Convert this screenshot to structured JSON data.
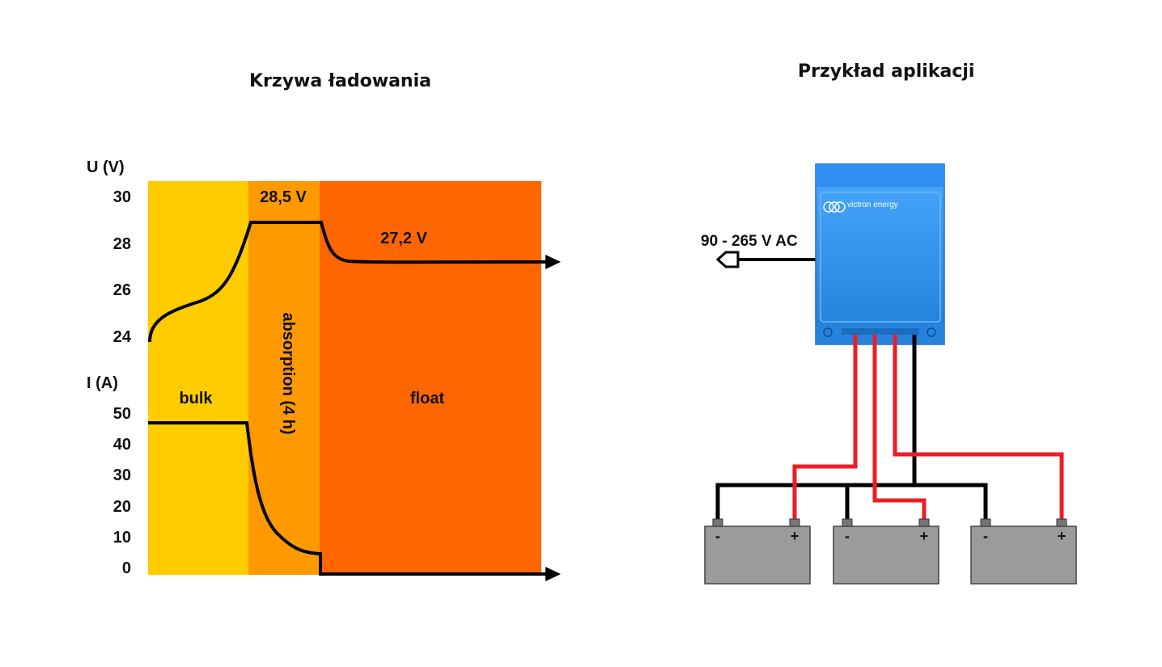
{
  "left_panel": {
    "title": "Krzywa ładowania",
    "voltage_axis": {
      "label": "U (V)",
      "ticks": [
        "30",
        "28",
        "26",
        "24"
      ]
    },
    "current_axis": {
      "label": "I (A)",
      "ticks": [
        "50",
        "40",
        "30",
        "20",
        "10",
        "0"
      ]
    },
    "stages": [
      {
        "label": "bulk",
        "color": "#FFCC00"
      },
      {
        "label": "absorption (4 h)",
        "color": "#FF9900"
      },
      {
        "label": "float",
        "color": "#FF6600"
      }
    ],
    "annotations": {
      "absorption_voltage": "28,5 V",
      "float_voltage": "27,2 V"
    }
  },
  "right_panel": {
    "title": "Przykład aplikacji",
    "input_label": "90 - 265 V AC",
    "device_brand": "victron energy",
    "device_color": "#2A8FE8",
    "wire_colors": {
      "positive": "#EE1C25",
      "negative": "#000000"
    },
    "batteries": [
      {
        "minus": "-",
        "plus": "+"
      },
      {
        "minus": "-",
        "plus": "+"
      },
      {
        "minus": "-",
        "plus": "+"
      }
    ]
  }
}
